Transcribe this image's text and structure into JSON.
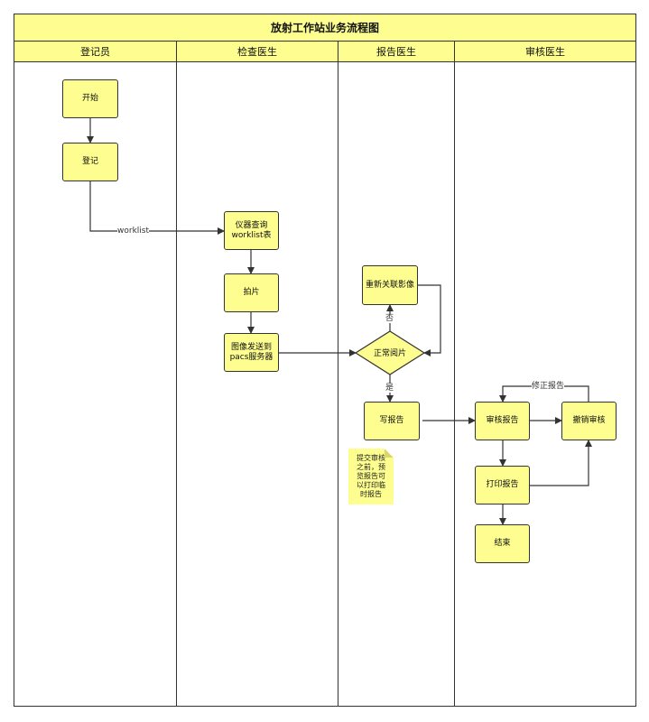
{
  "title": "放射工作站业务流程图",
  "lanes": [
    "登记员",
    "检查医生",
    "报告医生",
    "审核医生"
  ],
  "nodes": {
    "start": "开始",
    "register": "登记",
    "query_line1": "仪器查询",
    "query_line2": "worklist表",
    "shoot": "拍片",
    "send_line1": "图像发送到",
    "send_line2": "pacs服务器",
    "relink": "重新关联影像",
    "decision": "正常阅片",
    "write": "写报告",
    "review": "审核报告",
    "cancel": "撤销审核",
    "print": "打印报告",
    "end": "结束"
  },
  "note": [
    "提交审核",
    "之前，预",
    "览报告可",
    "以打印临",
    "时报告"
  ],
  "edge_labels": {
    "worklist": "worklist",
    "no": "否",
    "yes": "是",
    "fix": "修正报告"
  },
  "colors": {
    "fill": "#fdfe8f",
    "stroke": "#333333"
  }
}
